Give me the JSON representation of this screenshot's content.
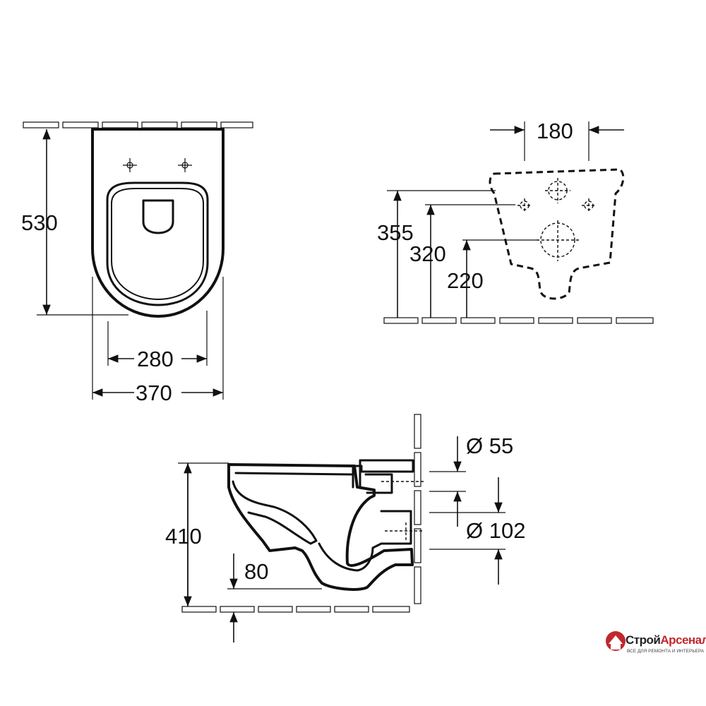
{
  "top_view": {
    "depth": "530",
    "seat_width": "280",
    "total_width": "370"
  },
  "rear_view": {
    "hole_spacing": "180",
    "height_upper": "355",
    "height_mid": "320",
    "height_lower": "220"
  },
  "side_view": {
    "height": "410",
    "outlet_height": "80",
    "inlet_diameter": "Ø 55",
    "outlet_diameter": "Ø 102"
  },
  "logo": {
    "name_part1": "Строй",
    "name_part2": "Арсенал",
    "tagline": "ВСЕ ДЛЯ РЕМОНТА И ИНТЕРЬЕРА",
    "brand_color": "#c0282d"
  }
}
